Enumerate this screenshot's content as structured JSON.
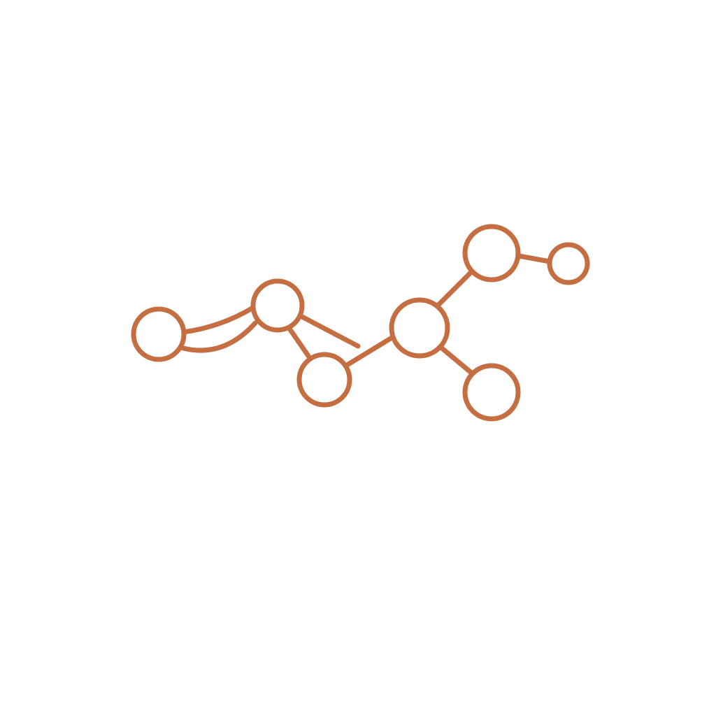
{
  "diagram": {
    "type": "molecule-graph",
    "stroke_color": "#C46E42",
    "background_color": "#FFFFFF",
    "node_count": 8,
    "edge_count": 8,
    "nodes": [
      {
        "id": "n1"
      },
      {
        "id": "n2"
      },
      {
        "id": "n3"
      },
      {
        "id": "n4"
      },
      {
        "id": "n5"
      },
      {
        "id": "n6"
      },
      {
        "id": "n7"
      },
      {
        "id": "n8"
      }
    ],
    "edges": [
      {
        "from": "n1",
        "to": "n2",
        "order": "double"
      },
      {
        "from": "n2",
        "to": "n3",
        "order": "single"
      },
      {
        "from": "n2",
        "to": "open-end",
        "order": "single"
      },
      {
        "from": "n3",
        "to": "n4",
        "order": "single"
      },
      {
        "from": "n4",
        "to": "n5",
        "order": "single"
      },
      {
        "from": "n4",
        "to": "n6",
        "order": "single"
      },
      {
        "from": "n5",
        "to": "n7",
        "order": "single"
      }
    ]
  }
}
